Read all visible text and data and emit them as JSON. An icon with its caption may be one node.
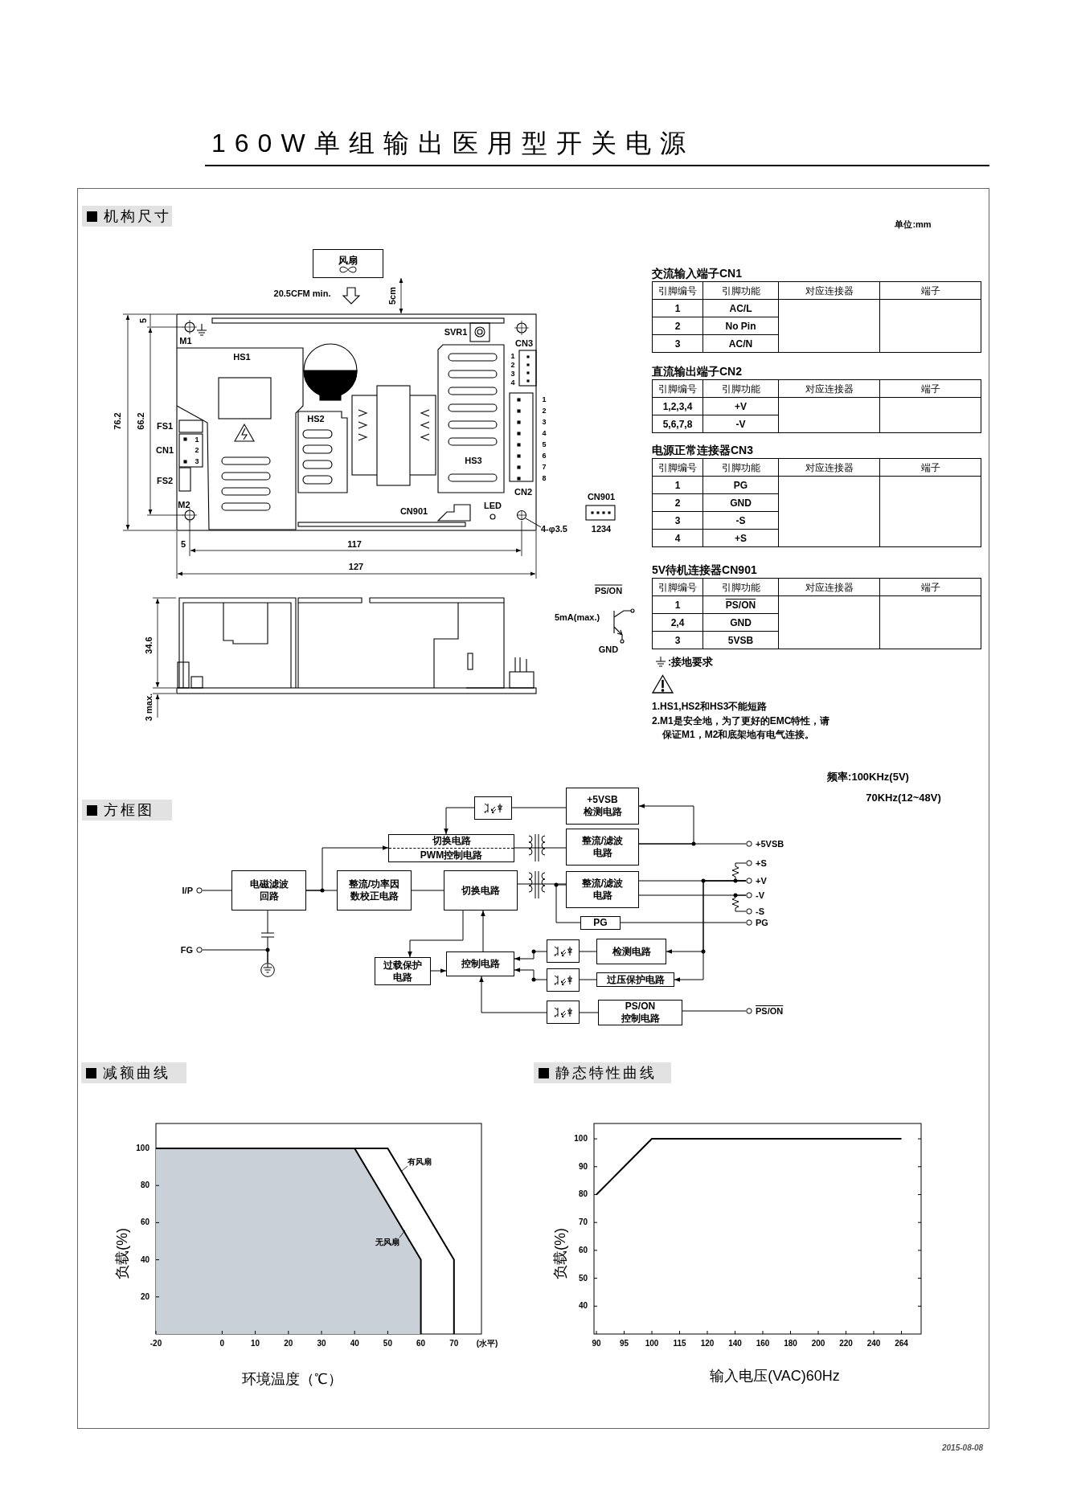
{
  "diagram": {
    "title": "160W单组输出医用型开关电源",
    "nodes": [
      {
        "text": [
          "风扇"
        ]
      },
      {
        "text": [
          "4-φ3.5"
        ]
      },
      {
        "text": [],
        "shape": "box"
      },
      {
        "text": [
          "+5VSB 检测电路"
        ]
      },
      {
        "text": [
          "切换电路",
          "PWM控制电路"
        ]
      },
      {
        "text": [
          "整流/滤波电路"
        ]
      },
      {
        "text": [
          "+5VSB"
        ]
      },
      {
        "text": [
          "+S"
        ]
      },
      {
        "text": [
          "I/P"
        ]
      },
      {
        "text": [
          "电磁滤波回路"
        ]
      },
      {
        "text": [
          "整流/功率因数校正电路"
        ]
      },
      {
        "text": [
          "切换电路"
        ]
      },
      {
        "text": [
          "整流/滤波电路"
        ]
      },
      {
        "text": [
          "+V"
        ]
      },
      {
        "text": [
          "-V"
        ]
      },
      {
        "text": [
          "-S"
        ]
      },
      {
        "text": [
          "PG"
        ]
      },
      {
        "text": [
          "PG"
        ]
      },
      {
        "text": [
          "FG"
        ]
      },
      {
        "text": [],
        "shape": "circle"
      },
      {
        "text": [],
        "shape": "box"
      },
      {
        "text": [
          "检测电路"
        ]
      },
      {
        "text": [
          "过载保护电路"
        ]
      },
      {
        "text": [
          "控制电路"
        ]
      },
      {
        "text": [],
        "shape": "box"
      },
      {
        "text": [
          "过压保护电路"
        ]
      },
      {
        "text": [],
        "shape": "box"
      },
      {
        "text": [
          "PS/ON 控制电路"
        ]
      },
      {
        "text": [
          "PS/ON"
        ]
      },
      {
        "text": [],
        "shape": "circle"
      }
    ],
    "edges": [
      {
        "from": 1,
        "to": 29,
        "arrow": "none"
      },
      {
        "from": 3,
        "to": 2,
        "arrow": "none"
      },
      {
        "from": 2,
        "to": 4,
        "arrow": "to"
      },
      {
        "from": 4,
        "to": 5,
        "arrow": "none"
      },
      {
        "from": 5,
        "to": 6,
        "arrow": "none"
      },
      {
        "from": 5,
        "to": 3,
        "arrow": "to"
      },
      {
        "from": 8,
        "to": 9,
        "arrow": "none"
      },
      {
        "from": 9,
        "to": 10,
        "arrow": "none"
      },
      {
        "from": 10,
        "to": 11,
        "arrow": "none"
      },
      {
        "from": 9,
        "to": 4,
        "arrow": "to"
      },
      {
        "from": 11,
        "to": 12,
        "arrow": "none"
      },
      {
        "from": 12,
        "to": 13,
        "arrow": "none"
      },
      {
        "from": 12,
        "to": 14,
        "arrow": "none"
      },
      {
        "from": 7,
        "to": 13,
        "arrow": "none"
      },
      {
        "from": 15,
        "to": 14,
        "arrow": "none"
      },
      {
        "from": 12,
        "to": 16,
        "arrow": "none"
      },
      {
        "from": 16,
        "to": 17,
        "arrow": "none"
      },
      {
        "from": 18,
        "to": 19,
        "arrow": "none"
      },
      {
        "from": 9,
        "to": 19,
        "arrow": "none"
      },
      {
        "from": 11,
        "to": 22,
        "arrow": "to"
      },
      {
        "from": 22,
        "to": 23,
        "arrow": "to"
      },
      {
        "from": 23,
        "to": 11,
        "arrow": "to"
      },
      {
        "from": 21,
        "to": 20,
        "arrow": "none"
      },
      {
        "from": 20,
        "to": 23,
        "arrow": "to"
      },
      {
        "from": 13,
        "to": 21,
        "arrow": "to"
      },
      {
        "from": 25,
        "to": 24,
        "arrow": "none"
      },
      {
        "from": 24,
        "to": 23,
        "arrow": "to"
      },
      {
        "from": 13,
        "to": 25,
        "arrow": "to"
      },
      {
        "from": 27,
        "to": 26,
        "arrow": "none"
      },
      {
        "from": 26,
        "to": 23,
        "arrow": "to"
      },
      {
        "from": 28,
        "to": 27,
        "arrow": "none"
      }
    ],
    "labels": [
      "机构尺寸",
      "单位:mm",
      "20.5CFM min.",
      "5cm",
      "5",
      "M1",
      "SVR1",
      "CN3",
      "1",
      "2",
      "3",
      "4",
      "HS1",
      "76.2",
      "66.2",
      "FS1",
      "CN1",
      "1",
      "2",
      "3",
      "HS2",
      "1",
      "2",
      "3",
      "4",
      "5",
      "6",
      "7",
      "8",
      "HS3",
      "CN2",
      "FS2",
      "M2",
      "CN901",
      "LED",
      "CN901",
      "1234",
      "5",
      "117",
      "127",
      "PS/ON",
      "5mA(max.)",
      "34.6",
      "GND",
      "3 max.",
      "交流输入端子CN1",
      "引脚编号",
      "引脚功能",
      "对应连接器",
      "端子",
      "1",
      "AC/L",
      "2",
      "No Pin",
      "3",
      "AC/N",
      "直流输出端子CN2",
      "引脚编号",
      "引脚功能",
      "对应连接器",
      "端子",
      "1,2,3,4",
      "+V",
      "5,6,7,8",
      "-V",
      "电源正常连接器CN3",
      "引脚编号",
      "引脚功能",
      "对应连接器",
      "端子",
      "1",
      "PG",
      "2",
      "GND",
      "3",
      "-S",
      "4",
      "+S",
      "5V待机连接器CN901",
      "引脚编号",
      "引脚功能",
      "对应连接器",
      "端子",
      "1",
      "PS/ON",
      "2,4",
      "GND",
      "3",
      "5VSB",
      ":接地要求",
      "1.HS1,HS2和HS3不能短路",
      "2.M1是安全地，为了更好的EMC特性，请保证M1，M2和底架地有电气连接。",
      "方框图",
      "频率:100KHz(5V)",
      "70KHz(12~48V)",
      "2015-08-08"
    ],
    "chart_data": [
      {
        "type": "line",
        "title": "减额曲线",
        "xlabel": "环境温度（℃）",
        "ylabel": "负载(%)",
        "x": [
          -20,
          0,
          10,
          20,
          30,
          40,
          50,
          60,
          60,
          70,
          70
        ],
        "series": [
          {
            "name": "无风扇",
            "color": "#000000",
            "values": [
              100,
              100,
              100,
              100,
              100,
              100,
              70,
              40,
              0,
              null,
              null
            ]
          },
          {
            "name": "有风扇",
            "color": "#000000",
            "values": [
              100,
              100,
              100,
              100,
              100,
              100,
              100,
              70,
              70,
              40,
              0
            ]
          }
        ],
        "xlim": [
          -20,
          78.3
        ],
        "ylim": [
          0,
          113.4
        ],
        "xticks": [
          -20,
          0,
          10,
          20,
          30,
          40,
          50,
          60,
          70
        ],
        "yticks": [
          20,
          40,
          60,
          80,
          100
        ],
        "annotations": [
          "(水平)"
        ]
      },
      {
        "type": "line",
        "title": "静态特性曲线",
        "xlabel": "输入电压(VAC)60Hz",
        "ylabel": "负载(%)",
        "categories": [
          "90",
          "95",
          "100",
          "115",
          "120",
          "140",
          "160",
          "180",
          "200",
          "220",
          "240",
          "264"
        ],
        "series": [
          {
            "color": "#000000",
            "values": [
              80,
              90,
              100,
              100,
              100,
              100,
              100,
              100,
              100,
              100,
              100,
              100
            ]
          }
        ],
        "ylim": [
          30,
          105.5
        ],
        "yticks": [
          40,
          50,
          60,
          70,
          80,
          90,
          100
        ]
      }
    ]
  }
}
